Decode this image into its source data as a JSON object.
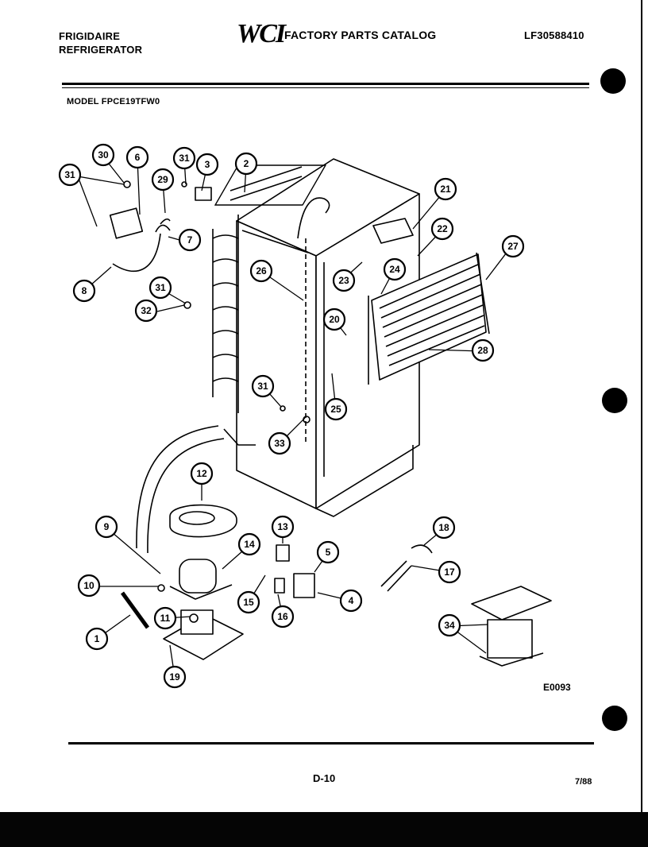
{
  "header": {
    "brand_line1": "FRIGIDAIRE",
    "brand_line2": "REFRIGERATOR",
    "logo": "WCI",
    "catalog_title": "FACTORY PARTS CATALOG",
    "catalog_number": "LF30588410"
  },
  "model_label": "MODEL FPCE19TFW0",
  "diagram_code": "E0093",
  "footer": {
    "page": "D-10",
    "date": "7/88"
  },
  "callouts": [
    "31",
    "30",
    "6",
    "29",
    "31",
    "3",
    "2",
    "7",
    "8",
    "31",
    "32",
    "26",
    "21",
    "22",
    "27",
    "23",
    "24",
    "20",
    "28",
    "25",
    "31",
    "33",
    "12",
    "9",
    "14",
    "13",
    "18",
    "5",
    "10",
    "17",
    "4",
    "15",
    "16",
    "11",
    "1",
    "34",
    "19"
  ]
}
